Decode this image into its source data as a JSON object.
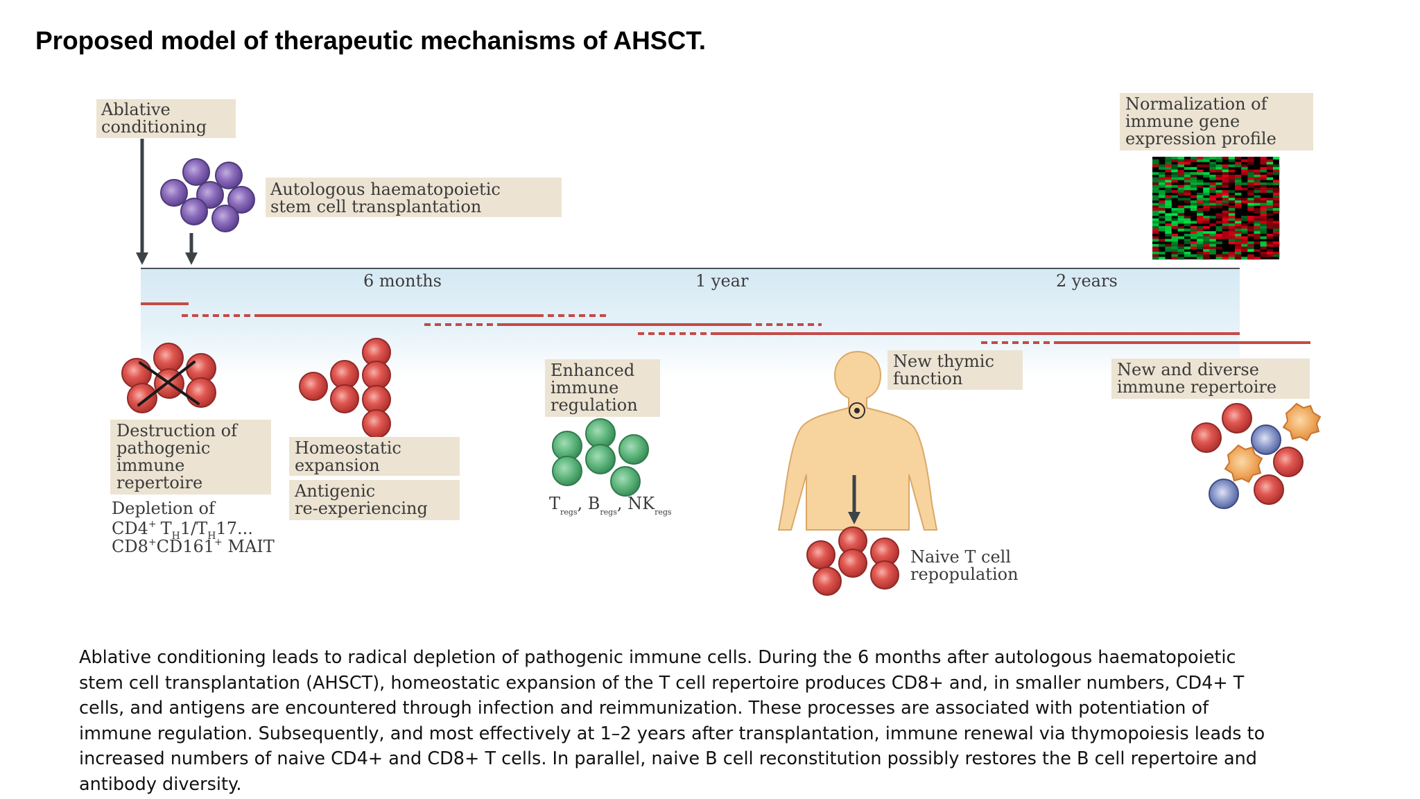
{
  "title": "Proposed model of therapeutic mechanisms of AHSCT.",
  "timeline": {
    "ticks": [
      "6 months",
      "1 year",
      "2 years"
    ]
  },
  "labels": {
    "ablative": [
      "Ablative",
      "conditioning"
    ],
    "ahsct": [
      "Autologous haematopoietic",
      "stem cell transplantation"
    ],
    "normalization": [
      "Normalization of",
      "immune gene",
      "expression profile"
    ],
    "destruction": [
      "Destruction of",
      "pathogenic",
      "immune",
      "repertoire"
    ],
    "depletion_line1": "Depletion of",
    "depletion_cd4": "CD4",
    "depletion_sup_plus": "+",
    "depletion_t": "T",
    "depletion_sub_h": "H",
    "depletion_1": "1/T",
    "depletion_17": "17...",
    "depletion_cd8": "CD8",
    "depletion_cd161": "CD161",
    "depletion_mait": " MAIT",
    "homeostatic": [
      "Homeostatic",
      "expansion"
    ],
    "antigenic": [
      "Antigenic",
      "re-experiencing"
    ],
    "enhanced": [
      "Enhanced",
      "immune",
      "regulation"
    ],
    "regs_t": "T",
    "regs_b": "B",
    "regs_nk": "NK",
    "regs_sub": "regs",
    "regs_sep": ", ",
    "thymic": [
      "New thymic",
      "function"
    ],
    "naive": [
      "Naive T cell",
      "repopulation"
    ],
    "diverse": [
      "New and diverse",
      "immune repertoire"
    ]
  },
  "colors": {
    "label_box": "#ece3d2",
    "band_top": "#d7eaf4",
    "timeline_bar": "#c44a46",
    "red_cell": "#d9504c",
    "green_cell": "#5cb57c",
    "purple_cell": "#8a6bb7",
    "blue_cell": "#5b6fa8",
    "orange_cell": "#e8a05a",
    "body": "#f7d39e",
    "arrow": "#3b4348"
  },
  "caption": "Ablative conditioning leads to radical depletion of pathogenic immune cells. During the 6 months after autologous haematopoietic stem cell transplantation (AHSCT), homeostatic expansion of the T cell repertoire produces CD8+ and, in smaller numbers, CD4+ T cells, and antigens are encountered through infection and reimmunization. These processes are associated with potentiation of immune regulation. Subsequently, and most effectively at 1–2 years after transplantation, immune renewal via thymopoiesis leads to increased numbers of naive CD4+ and CD8+ T cells. In parallel, naive B cell reconstitution possibly restores the B cell repertoire and antibody diversity."
}
